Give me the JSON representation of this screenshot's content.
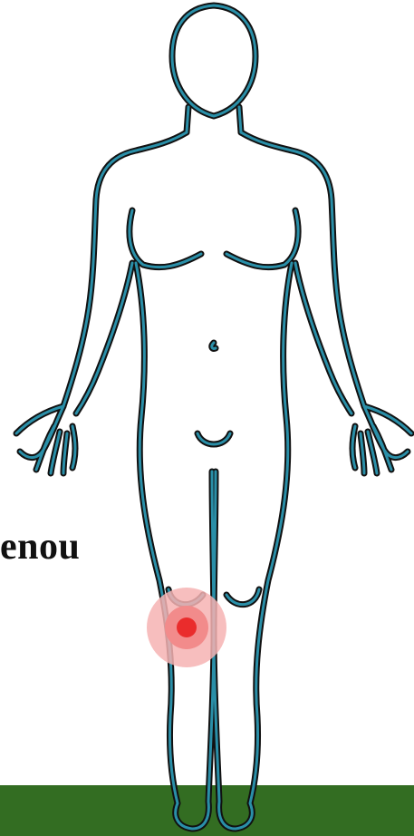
{
  "label": {
    "text": "enou"
  },
  "colors": {
    "background": "#ffffff",
    "ground": "#336d22",
    "outline_outer": "#111111",
    "outline_inner": "#2a8fa8",
    "pain_outer": "#f6b3b3",
    "pain_mid": "#f28b8b",
    "pain_core": "#ea2c2c"
  },
  "icons": [
    "human-body-outline",
    "pain-marker"
  ]
}
